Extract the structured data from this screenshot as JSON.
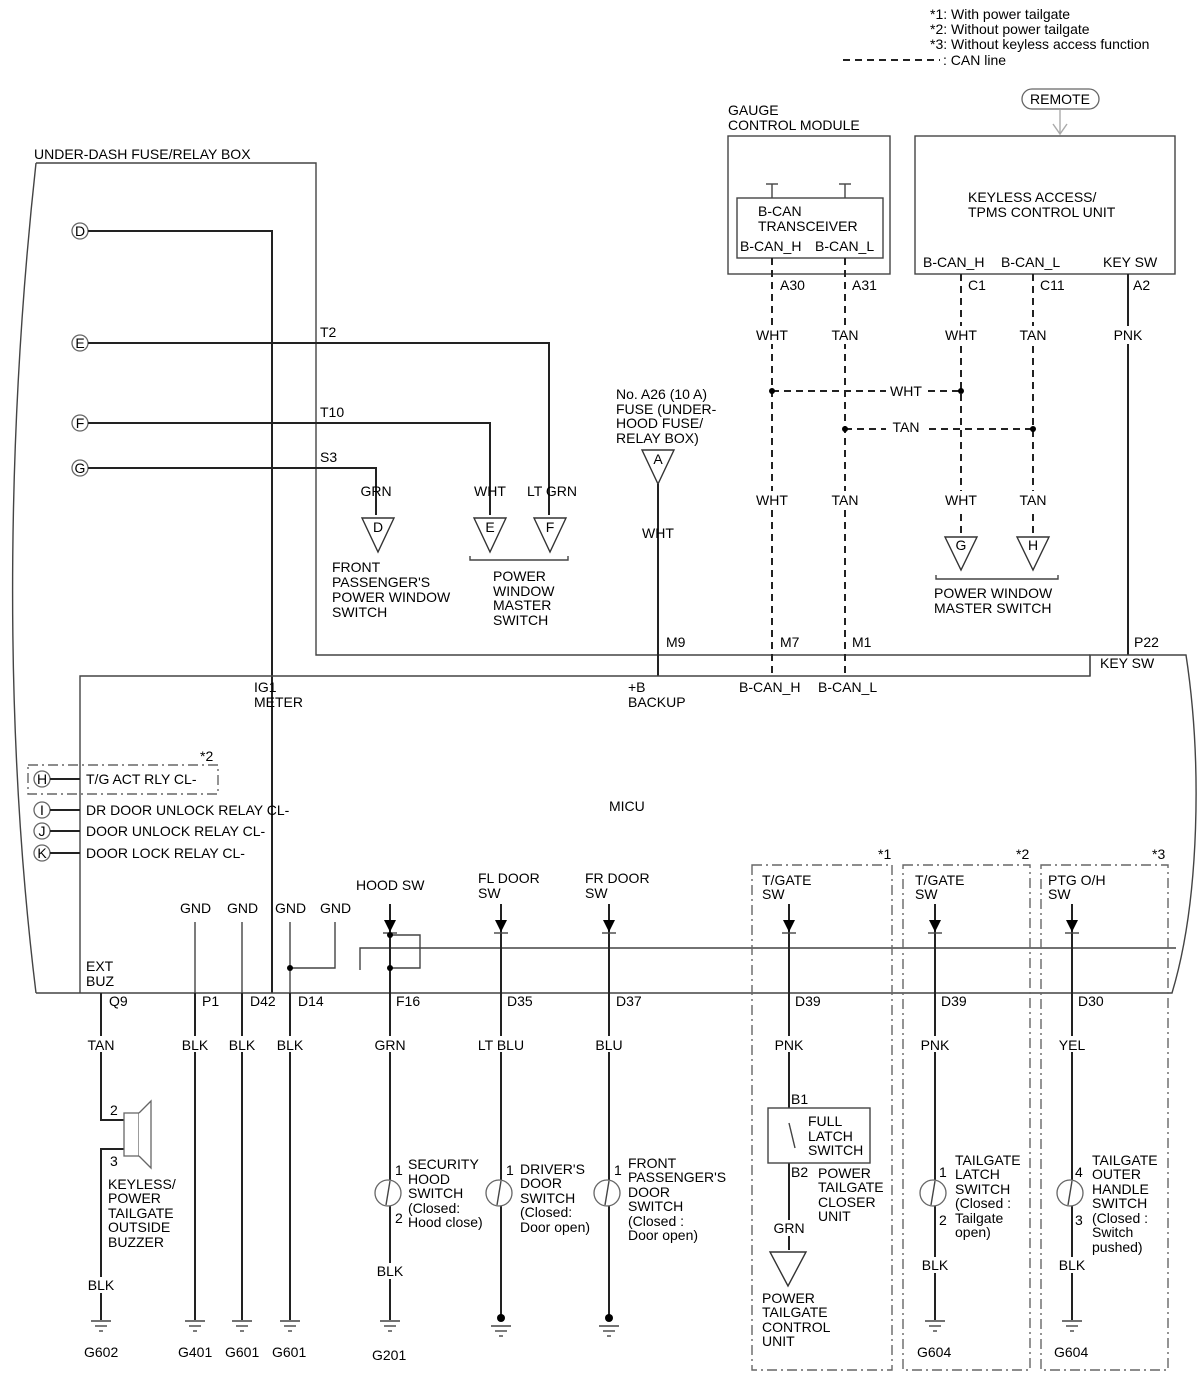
{
  "notes": {
    "n1": "*1: With power tailgate",
    "n2": "*2: Without power tailgate",
    "n3": "*3: Without keyless access function",
    "can": ": CAN line"
  },
  "fuse_box": {
    "title": "UNDER-DASH FUSE/RELAY BOX"
  },
  "connectors": {
    "D": "D",
    "E": "E",
    "F": "F",
    "G": "G",
    "H": "H",
    "I": "I",
    "J": "J",
    "K": "K",
    "A": "A"
  },
  "gauge": {
    "title1": "GAUGE",
    "title2": "CONTROL MODULE",
    "xcvr1": "B-CAN",
    "xcvr2": "TRANSCEIVER",
    "h": "B-CAN_H",
    "l": "B-CAN_L",
    "pin_h": "A30",
    "pin_l": "A31"
  },
  "remote": "REMOTE",
  "keyless": {
    "title1": "KEYLESS ACCESS/",
    "title2": "TPMS CONTROL UNIT",
    "h": "B-CAN_H",
    "l": "B-CAN_L",
    "key": "KEY SW",
    "pin_h": "C1",
    "pin_l": "C11",
    "pin_key": "A2"
  },
  "wires": {
    "wht": "WHT",
    "tan": "TAN",
    "pnk": "PNK",
    "grn": "GRN",
    "ltgrn": "LT GRN",
    "blk": "BLK",
    "ltblu": "LT BLU",
    "blu": "BLU",
    "yel": "YEL"
  },
  "terminals": {
    "T2": "T2",
    "T10": "T10",
    "S3": "S3",
    "M9": "M9",
    "M7": "M7",
    "M1": "M1",
    "P22": "P22",
    "Q9": "Q9",
    "P1": "P1",
    "D42": "D42",
    "D14": "D14",
    "F16": "F16",
    "D35": "D35",
    "D37": "D37",
    "D39": "D39",
    "D30": "D30"
  },
  "fuse": {
    "l1": "No. A26 (10 A)",
    "l2": "FUSE (UNDER-",
    "l3": "HOOD FUSE/",
    "l4": "RELAY BOX)"
  },
  "front_pass_pw": {
    "l1": "FRONT",
    "l2": "PASSENGER'S",
    "l3": "POWER WINDOW",
    "l4": "SWITCH"
  },
  "pw_master_1": {
    "l1": "POWER",
    "l2": "WINDOW",
    "l3": "MASTER",
    "l4": "SWITCH"
  },
  "pw_master_2": {
    "l1": "POWER WINDOW",
    "l2": "MASTER SWITCH"
  },
  "micu": {
    "name": "MICU",
    "ig1": "IG1",
    "meter": "METER",
    "plusb": "+B",
    "backup": "BACKUP",
    "bcan_h": "B-CAN_H",
    "bcan_l": "B-CAN_L",
    "key_sw": "KEY SW",
    "tg_act": "T/G ACT RLY CL-",
    "dr_unlock": "DR DOOR UNLOCK RELAY CL-",
    "door_unlock": "DOOR UNLOCK RELAY CL-",
    "door_lock": "DOOR LOCK RELAY CL-",
    "gnd": "GND",
    "ext1": "EXT",
    "ext2": "BUZ",
    "hood_sw": "HOOD SW",
    "fl1": "FL DOOR",
    "fl2": "SW",
    "fr1": "FR DOOR",
    "fr2": "SW",
    "tg1": "T/GATE",
    "tg2": "SW",
    "ptg1": "PTG O/H",
    "ptg2": "SW"
  },
  "marks": {
    "s1": "*1",
    "s2": "*2",
    "s3": "*3"
  },
  "pins": {
    "p1": "1",
    "p2": "2",
    "p3": "3",
    "p4": "4",
    "b1": "B1",
    "b2": "B2"
  },
  "buzzer": {
    "l1": "KEYLESS/",
    "l2": "POWER",
    "l3": "TAILGATE",
    "l4": "OUTSIDE",
    "l5": "BUZZER"
  },
  "hood_switch": {
    "l1": "SECURITY",
    "l2": "HOOD",
    "l3": "SWITCH",
    "l4": "(Closed:",
    "l5": "Hood close)"
  },
  "drv_door": {
    "l1": "DRIVER'S",
    "l2": "DOOR",
    "l3": "SWITCH",
    "l4": "(Closed:",
    "l5": "Door open)"
  },
  "fp_door": {
    "l1": "FRONT",
    "l2": "PASSENGER'S",
    "l3": "DOOR",
    "l4": "SWITCH",
    "l5": "(Closed :",
    "l6": "Door open)"
  },
  "full_latch": {
    "l1": "FULL",
    "l2": "LATCH",
    "l3": "SWITCH"
  },
  "closer": {
    "l1": "POWER",
    "l2": "TAILGATE",
    "l3": "CLOSER",
    "l4": "UNIT"
  },
  "ptg_ctrl": {
    "l1": "POWER",
    "l2": "TAILGATE",
    "l3": "CONTROL",
    "l4": "UNIT"
  },
  "tg_latch": {
    "l1": "TAILGATE",
    "l2": "LATCH",
    "l3": "SWITCH",
    "l4": "(Closed :",
    "l5": "Tailgate",
    "l6": "open)"
  },
  "tg_handle": {
    "l1": "TAILGATE",
    "l2": "OUTER",
    "l3": "HANDLE",
    "l4": "SWITCH",
    "l5": "(Closed :",
    "l6": "Switch",
    "l7": "pushed)"
  },
  "grounds": {
    "g602": "G602",
    "g401": "G401",
    "g601": "G601",
    "g201": "G201",
    "g604": "G604"
  }
}
